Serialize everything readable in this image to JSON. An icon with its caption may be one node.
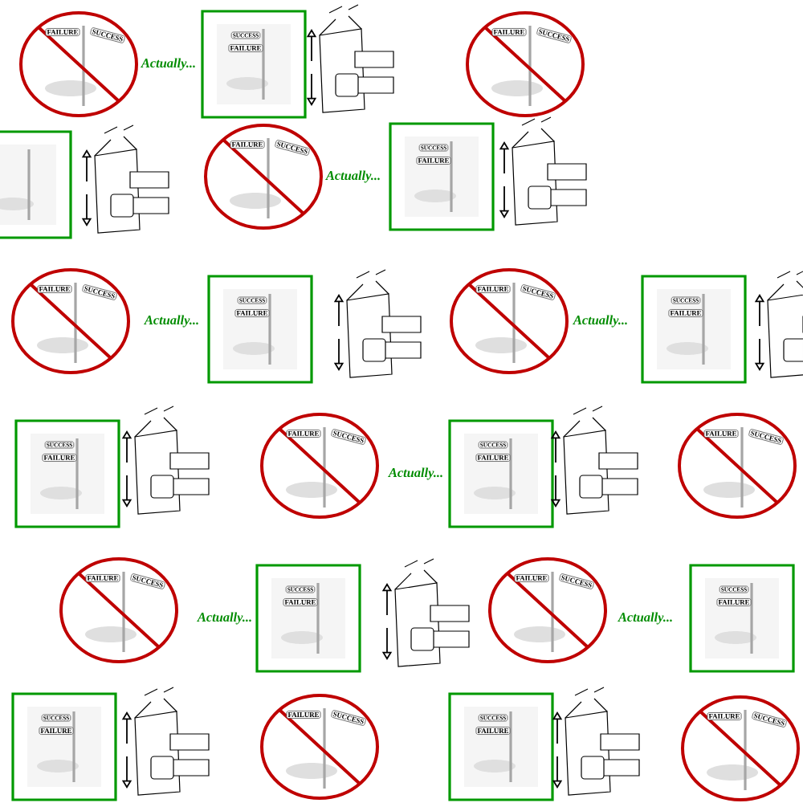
{
  "diagram": {
    "labels": [
      "FAILURE",
      "SUCCESS",
      "Actually...",
      "SUCCESS",
      "FAILURE",
      "FAILURE",
      "SUCCESS",
      "FAILURE",
      "SUCCESS",
      "Actually...",
      "SUCCESS",
      "FAILURE",
      "FAILURE",
      "SUCCESS",
      "Actually...",
      "SUCCESS",
      "FAILURE",
      "FAILURE",
      "SUCCESS",
      "Actually...",
      "SUCCESS",
      "FAILURE",
      "SUCCESS",
      "FAILURE",
      "FAILURE",
      "SUCCESS",
      "Actually...",
      "SUCCESS",
      "FAILURE",
      "FAILURE",
      "SUCCESS",
      "FAILURE",
      "SUCCESS",
      "Actually...",
      "SUCCESS",
      "FAILURE",
      "FAILURE",
      "SUCCESS",
      "Actually...",
      "SUCCESS",
      "FAILURE",
      "SUCCESS",
      "FAILURE",
      "FAILURE",
      "SUCCESS",
      "SUCCESS",
      "FAILURE",
      "FAILURE",
      "SUCCESS"
    ]
  }
}
